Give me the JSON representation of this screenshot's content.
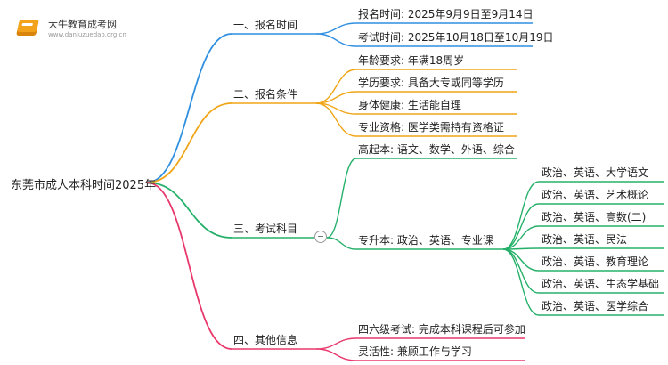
{
  "logo": {
    "name": "大牛教育成考网",
    "url": "www.daniuzuedao.org.cn"
  },
  "root": {
    "label": "东莞市成人本科时间2025年"
  },
  "colors": {
    "blue": "#2f8fe0",
    "orange": "#f0a516",
    "green": "#25b06a",
    "pink": "#e8386c"
  },
  "branches": [
    {
      "label": "一、报名时间",
      "children": [
        {
          "label": "报名时间: 2025年9月9日至9月14日"
        },
        {
          "label": "考试时间: 2025年10月18日至10月19日"
        }
      ]
    },
    {
      "label": "二、报名条件",
      "children": [
        {
          "label": "年龄要求: 年满18周岁"
        },
        {
          "label": "学历要求: 具备大专或同等学历"
        },
        {
          "label": "身体健康: 生活能自理"
        },
        {
          "label": "专业资格: 医学类需持有资格证"
        }
      ]
    },
    {
      "label": "三、考试科目",
      "children": [
        {
          "label": "高起本: 语文、数学、外语、综合"
        },
        {
          "label": "专升本: 政治、英语、专业课",
          "children": [
            {
              "label": "政治、英语、大学语文"
            },
            {
              "label": "政治、英语、艺术概论"
            },
            {
              "label": "政治、英语、高数(二)"
            },
            {
              "label": "政治、英语、民法"
            },
            {
              "label": "政治、英语、教育理论"
            },
            {
              "label": "政治、英语、生态学基础"
            },
            {
              "label": "政治、英语、医学综合"
            }
          ]
        }
      ]
    },
    {
      "label": "四、其他信息",
      "children": [
        {
          "label": "四六级考试: 完成本科课程后可参加"
        },
        {
          "label": "灵活性: 兼顾工作与学习"
        }
      ]
    }
  ]
}
